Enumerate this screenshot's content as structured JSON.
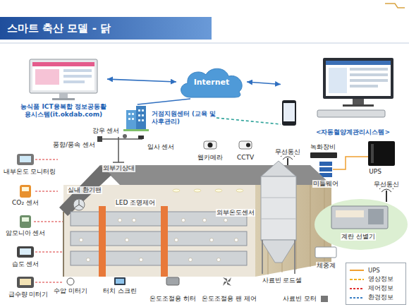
{
  "diagram": {
    "title": "스마트 축산 모델 - 닭",
    "nodes": [
      {
        "text": [
          "농식품 ICT융복합 정보공동활용시스템(it.okdab.com)"
        ]
      },
      {
        "text": [
          "Internet"
        ]
      },
      {
        "text": [
          "거점지원센터 (교육 및 사후관리)"
        ]
      },
      {
        "text": [
          "<자동혈양계관리시스템>"
        ]
      }
    ],
    "edges": [
      {
        "from": 1,
        "to": 0,
        "arrow": "both"
      },
      {
        "from": 1,
        "to": 3,
        "arrow": "both"
      },
      {
        "from": 1,
        "to": 2,
        "arrow": "none"
      },
      {
        "from": 2,
        "to": 3,
        "arrow": "none"
      }
    ],
    "labels": [
      "강우 센서",
      "풍향/풍속 센서",
      "일사 센서",
      "외부기상대",
      "웹카메라",
      "CCTV",
      "녹화장비",
      "무선통신",
      "미들웨어",
      "UPS",
      "무선통신",
      "내부온도 모니터링",
      "CO₂ 센서",
      "실내 환기팬",
      "LED 조명제어",
      "외부온도센서",
      "암모니아 센서",
      "계란 선별기",
      "습도 센서",
      "체중계",
      "급수량 미터기",
      "수압 미터기",
      "터치 스크린",
      "온도조절용 히터",
      "온도조절용 팬 제어",
      "사료빈 로드셀",
      "사료빈 모터"
    ],
    "legend": [
      {
        "text": "UPS"
      },
      {
        "text": "영상정보"
      },
      {
        "text": "제어정보"
      },
      {
        "text": "환경정보"
      }
    ]
  }
}
